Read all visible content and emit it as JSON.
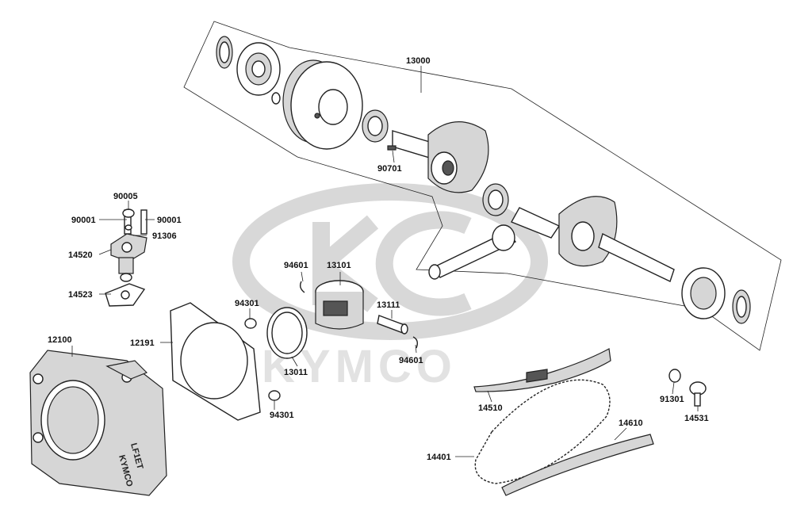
{
  "watermark": {
    "brand": "KYMCO"
  },
  "cylinder_marking": {
    "brand": "KYMCO",
    "model": "LF1ET"
  },
  "parts": [
    {
      "id": "crankshaft-assembly",
      "label": "13000"
    },
    {
      "id": "woodruff-key",
      "label": "90701"
    },
    {
      "id": "tensioner-bolt-center",
      "label": "90005"
    },
    {
      "id": "tensioner-bolt-left",
      "label": "90001"
    },
    {
      "id": "tensioner-bolt-right",
      "label": "90001"
    },
    {
      "id": "tensioner-washer",
      "label": "91306"
    },
    {
      "id": "chain-tensioner",
      "label": "14520"
    },
    {
      "id": "tensioner-gasket",
      "label": "14523"
    },
    {
      "id": "piston-clip-top",
      "label": "94601"
    },
    {
      "id": "piston",
      "label": "13101"
    },
    {
      "id": "dowel-pin-top",
      "label": "94301"
    },
    {
      "id": "piston-pin",
      "label": "13111"
    },
    {
      "id": "cylinder",
      "label": "12100"
    },
    {
      "id": "cylinder-gasket",
      "label": "12191"
    },
    {
      "id": "piston-ring-set",
      "label": "13011"
    },
    {
      "id": "piston-clip-bottom",
      "label": "94601"
    },
    {
      "id": "dowel-pin-bottom",
      "label": "94301"
    },
    {
      "id": "tensioner-guide",
      "label": "14510"
    },
    {
      "id": "guide-washer",
      "label": "91301"
    },
    {
      "id": "guide-bolt",
      "label": "14531"
    },
    {
      "id": "chain-guide",
      "label": "14610"
    },
    {
      "id": "cam-chain",
      "label": "14401"
    }
  ]
}
